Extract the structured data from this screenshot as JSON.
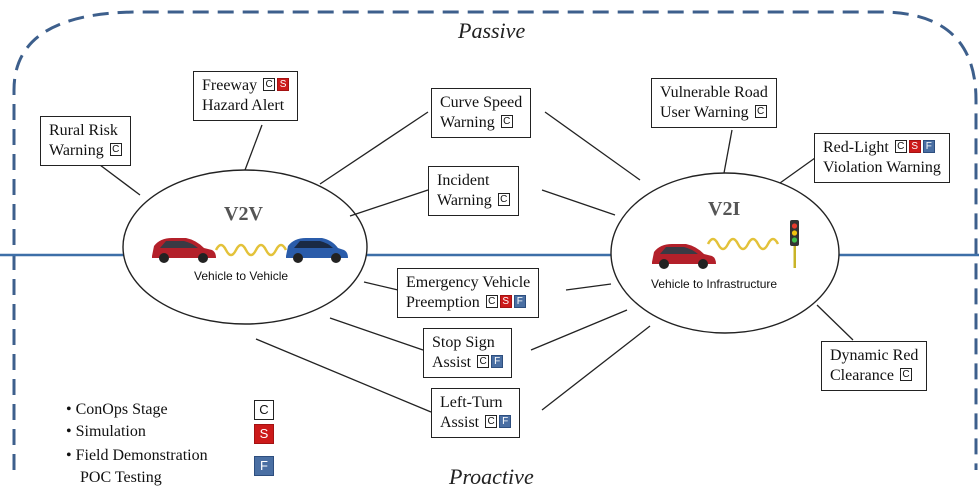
{
  "zones": {
    "top": "Passive",
    "bottom": "Proactive"
  },
  "ovals": {
    "v2v": {
      "title": "V2V",
      "subtitle": "Vehicle to Vehicle"
    },
    "v2i": {
      "title": "V2I",
      "subtitle": "Vehicle to Infrastructure"
    }
  },
  "applications": {
    "rural_risk": {
      "lines": [
        "Rural Risk",
        "Warning"
      ],
      "badges": [
        "C"
      ]
    },
    "freeway_hazard": {
      "lines": [
        "Freeway",
        "Hazard Alert"
      ],
      "badges": [
        "C",
        "S"
      ]
    },
    "curve_speed": {
      "lines": [
        "Curve Speed",
        "Warning"
      ],
      "badges": [
        "C"
      ]
    },
    "incident": {
      "lines": [
        "Incident",
        "Warning"
      ],
      "badges": [
        "C"
      ]
    },
    "vulnerable_road": {
      "lines": [
        "Vulnerable Road",
        "User Warning"
      ],
      "badges": [
        "C"
      ]
    },
    "red_light": {
      "lines": [
        "Red-Light",
        "Violation Warning"
      ],
      "badges": [
        "C",
        "S",
        "F"
      ]
    },
    "emergency_vehicle": {
      "lines": [
        "Emergency Vehicle",
        "Preemption"
      ],
      "badges": [
        "C",
        "S",
        "F"
      ]
    },
    "stop_sign": {
      "lines": [
        "Stop Sign",
        "Assist"
      ],
      "badges": [
        "C",
        "F"
      ]
    },
    "left_turn": {
      "lines": [
        "Left-Turn",
        "Assist"
      ],
      "badges": [
        "C",
        "F"
      ]
    },
    "dynamic_red": {
      "lines": [
        "Dynamic Red",
        "Clearance"
      ],
      "badges": [
        "C"
      ]
    }
  },
  "legend": [
    {
      "label": "ConOps Stage",
      "badge": "C"
    },
    {
      "label": "Simulation",
      "badge": "S"
    },
    {
      "label": "Field Demonstration",
      "badge": ""
    },
    {
      "label": "POC Testing",
      "badge": "F"
    }
  ],
  "colors": {
    "dashed_border": "#3d5f8c",
    "divider_line": "#3d6fa8",
    "simulation": "#cc1a1a",
    "field_test": "#4a6fa3",
    "car_red": "#b3202a",
    "car_blue": "#2a5caa",
    "signal_wave": "#e3c23a"
  }
}
